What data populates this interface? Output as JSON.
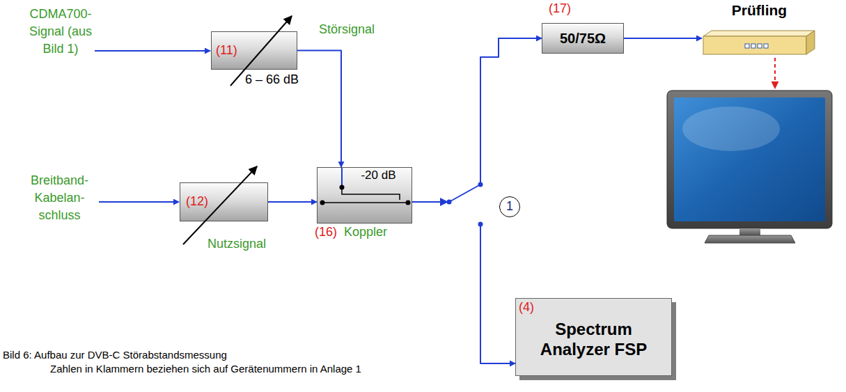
{
  "diagram": {
    "nodes": [
      {
        "text": [
          "(11)"
        ]
      },
      {
        "text": [
          "50/75Ω"
        ]
      },
      {
        "text": [
          "Prüfling"
        ]
      },
      {
        "text": [
          "(12)"
        ]
      },
      {
        "text": [
          "-20 dB"
        ]
      },
      {
        "text": [
          "1"
        ]
      },
      {
        "text": [
          "(4)",
          "Spectrum Analyzer FSP"
        ]
      }
    ],
    "edges": [
      {
        "from": 0,
        "to": 4,
        "arrow": "to"
      },
      {
        "from": 3,
        "to": 4,
        "arrow": "to"
      },
      {
        "from": 4,
        "to": 1,
        "arrow": "to"
      },
      {
        "from": 4,
        "to": 6,
        "arrow": "to"
      },
      {
        "from": 1,
        "to": 2,
        "arrow": "to"
      }
    ],
    "labels": [
      "CDMA700- Signal (aus Bild 1)",
      "Störsignal",
      "6 – 66 dB",
      "Breitband- Kabelan- schluss",
      "Nutzsignal",
      "(16)",
      "Koppler",
      "(17)",
      "Bild 6: Aufbau zur DVB-C Störabstandsmessung",
      "Zahlen in Klammern beziehen sich auf Gerätenummern in Anlage 1"
    ]
  }
}
